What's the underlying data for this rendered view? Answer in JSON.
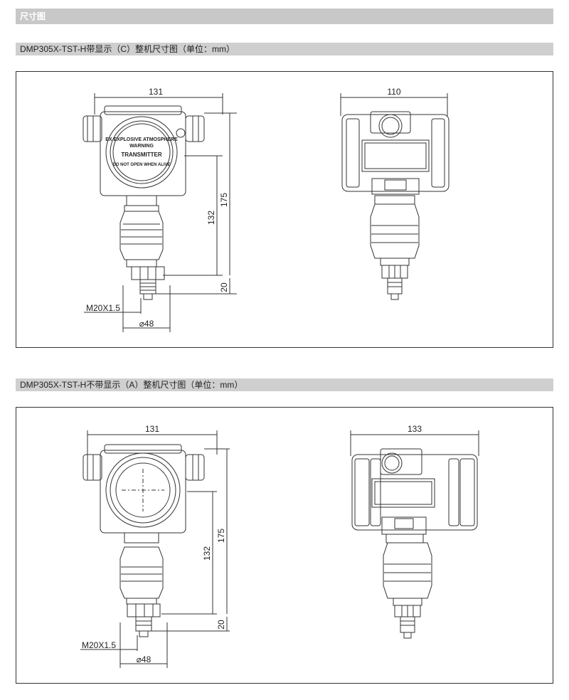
{
  "section_title": "尺寸图",
  "drawings": [
    {
      "title": "DMP305X-TST-H带显示（C）整机尺寸图（单位：mm）",
      "front_width": "131",
      "side_width": "110",
      "height_body": "132",
      "height_total": "175",
      "height_fitting": "20",
      "thread": "M20X1.5",
      "diameter": "⌀48",
      "cover_text": [
        "EX EXPLOSIVE ATMOSPHERE",
        "WARNING",
        "TRANSMITTER",
        "DO NOT OPEN WHEN ALIVE"
      ]
    },
    {
      "title": "DMP305X-TST-H不带显示（A）整机尺寸图（单位：mm）",
      "front_width": "131",
      "side_width": "133",
      "height_body": "132",
      "height_total": "175",
      "height_fitting": "20",
      "thread": "M20X1.5",
      "diameter": "⌀48"
    }
  ]
}
